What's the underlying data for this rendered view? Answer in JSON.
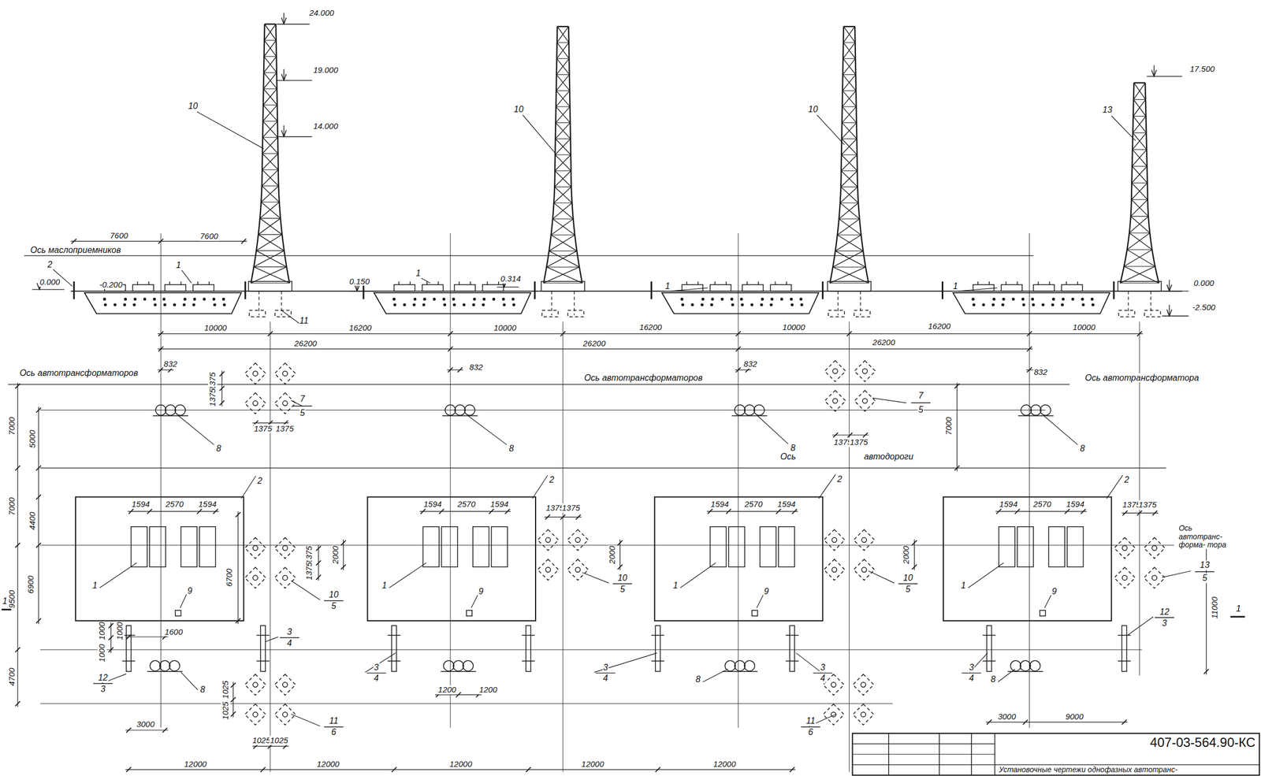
{
  "diagram": {
    "nodes": [
      {
        "text": [
          "407-03-564.90-КС",
          "Установочные чертежи однофазных автотранс-"
        ]
      }
    ],
    "labels": [
      "24.000",
      "19.000",
      "14.000",
      "17.500",
      "10",
      "10",
      "10",
      "13",
      "7600",
      "7600",
      "Ось маслоприемников",
      "2",
      "0.000",
      "-0.200",
      "1",
      "0.150",
      "1",
      "0.314",
      "1",
      "1",
      "0.000",
      "-2.500",
      "11",
      "10000",
      "16200",
      "10000",
      "16200",
      "10000",
      "16200",
      "10000",
      "26200",
      "26200",
      "26200",
      "Ось автотрансформаторов",
      "832",
      "832",
      "832",
      "832",
      "Ось автотрансформаторов",
      "Ось автотрансформатора",
      "1375",
      "1375",
      "7",
      "5",
      "1375",
      "1375",
      "7",
      "5",
      "1375",
      "1375",
      "7000",
      "5000",
      "7000",
      "8",
      "8",
      "8",
      "8",
      "Ось",
      "автодороги",
      "2",
      "2",
      "2",
      "2",
      "7000",
      "4400",
      "1594",
      "2570",
      "1594",
      "1594",
      "2570",
      "1594",
      "1594",
      "2570",
      "1594",
      "1594",
      "2570",
      "1594",
      "1375",
      "1375",
      "1375",
      "1375",
      "Ось автотранс- форма- тора",
      "1375",
      "1375",
      "2000",
      "2000",
      "2000",
      "6700",
      "13",
      "5",
      "10",
      "5",
      "10",
      "5",
      "10",
      "5",
      "1",
      "1",
      "1",
      "1",
      "9",
      "9",
      "9",
      "9",
      "6900",
      "9500",
      "1",
      "1",
      "12",
      "3",
      "11000",
      "1000",
      "1000",
      "1000",
      "1600",
      "3",
      "4",
      "12",
      "3",
      "8",
      "4700",
      "3",
      "4",
      "3",
      "4",
      "3",
      "4",
      "3",
      "4",
      "8",
      "8",
      "1200",
      "1200",
      "1025",
      "1025",
      "1025",
      "1025",
      "11",
      "6",
      "11",
      "6",
      "3000",
      "3000",
      "9000",
      "12000",
      "12000",
      "12000",
      "12000",
      "12000"
    ]
  }
}
